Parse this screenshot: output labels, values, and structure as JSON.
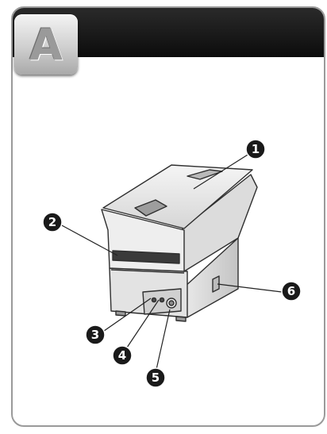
{
  "section": {
    "letter": "A"
  },
  "callouts": [
    {
      "number": "1"
    },
    {
      "number": "2"
    },
    {
      "number": "3"
    },
    {
      "number": "4"
    },
    {
      "number": "5"
    },
    {
      "number": "6"
    }
  ],
  "colors": {
    "header": "#111111",
    "frame_border": "#9a9a9a",
    "callout_fill": "#1a1a1a"
  }
}
